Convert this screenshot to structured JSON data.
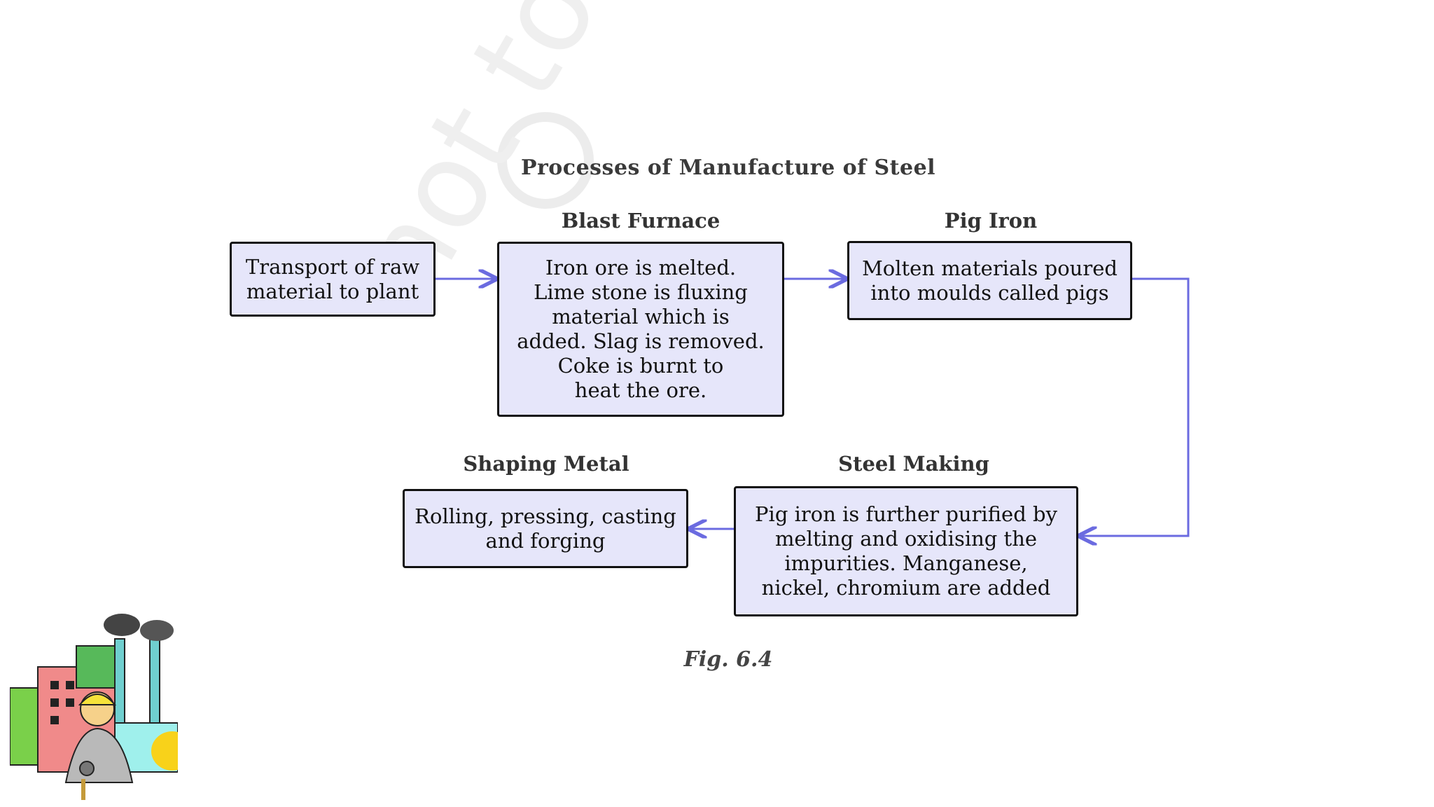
{
  "title": "Processes of Manufacture of Steel",
  "caption": "Fig. 6.4",
  "watermark": "not to be",
  "nodes": {
    "transport": {
      "text": "Transport of raw\nmaterial to plant"
    },
    "blast_furnace": {
      "label": "Blast Furnace",
      "text": "Iron ore is melted.\nLime stone is fluxing\nmaterial which is\nadded. Slag is removed.\nCoke is burnt to\nheat the ore."
    },
    "pig_iron": {
      "label": "Pig Iron",
      "text": "Molten materials poured\ninto moulds called pigs"
    },
    "steel_making": {
      "label": "Steel Making",
      "text": "Pig iron is further purified by\nmelting and oxidising the\nimpurities. Manganese,\nnickel, chromium are added"
    },
    "shaping_metal": {
      "label": "Shaping Metal",
      "text": "Rolling, pressing, casting\nand forging"
    }
  },
  "colors": {
    "box_fill": "#e6e6fa",
    "arrow": "#6b6be0"
  },
  "clipart_icon": "factory-worker-clipart"
}
